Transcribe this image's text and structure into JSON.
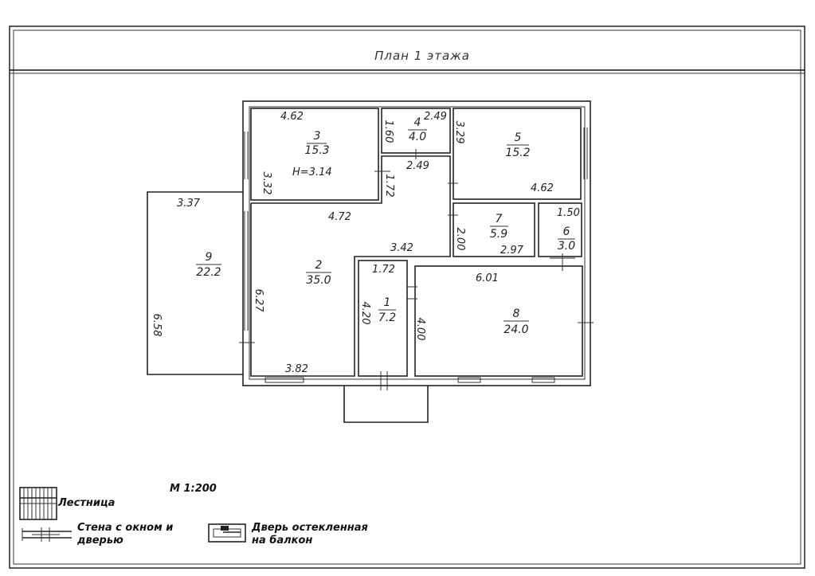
{
  "title": "План 1 этажа",
  "scale": "М 1:200",
  "legend": {
    "stairs": "Лестница",
    "wall_line1": "Стена с окном и",
    "wall_line2": "дверью",
    "door_line1": "Дверь остекленная",
    "door_line2": "на балкон"
  },
  "rooms": [
    {
      "num": "1",
      "area": "7.2"
    },
    {
      "num": "2",
      "area": "35.0"
    },
    {
      "num": "3",
      "area": "15.3",
      "height": "Н=3.14"
    },
    {
      "num": "4",
      "area": "4.0"
    },
    {
      "num": "5",
      "area": "15.2"
    },
    {
      "num": "6",
      "area": "3.0"
    },
    {
      "num": "7",
      "area": "5.9"
    },
    {
      "num": "8",
      "area": "24.0"
    },
    {
      "num": "9",
      "area": "22.2"
    }
  ],
  "dimensions": {
    "r3_top": "4.62",
    "r3_left": "3.32",
    "r4_top": "2.49",
    "r4_left": "1.60",
    "r4_bottom": "2.49",
    "corridor_side": "1.72",
    "r5_left": "3.29",
    "r5_bottom": "4.62",
    "r2_top": "4.72",
    "r2_left": "6.27",
    "r2_bottom": "3.82",
    "r2_right_top": "3.42",
    "r7_left": "2.00",
    "r7_bottom": "2.97",
    "r6_top": "1.50",
    "r9_top": "3.37",
    "r9_left": "6.58",
    "r1_top": "1.72",
    "r1_left": "4.20",
    "r8_top": "6.01",
    "r8_left": "4.00"
  }
}
